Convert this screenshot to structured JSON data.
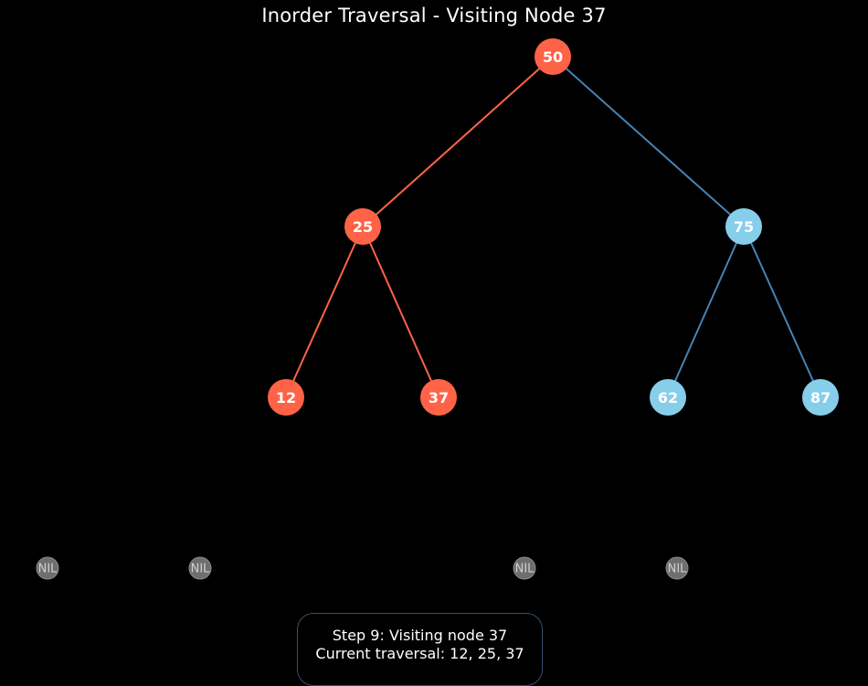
{
  "title": "Inorder Traversal - Visiting Node 37",
  "colors": {
    "background": "#000000",
    "visited_node": "#ff6347",
    "unvisited_node": "#87ceeb",
    "visited_edge": "#ff6347",
    "unvisited_edge": "#4682b4",
    "nil_node": "#6e6e6e",
    "text": "#ffffff"
  },
  "tree": {
    "nodes": [
      {
        "id": "n50",
        "label": "50",
        "visited": true
      },
      {
        "id": "n25",
        "label": "25",
        "visited": true
      },
      {
        "id": "n75",
        "label": "75",
        "visited": false
      },
      {
        "id": "n12",
        "label": "12",
        "visited": true
      },
      {
        "id": "n37",
        "label": "37",
        "visited": true
      },
      {
        "id": "n62",
        "label": "62",
        "visited": false
      },
      {
        "id": "n87",
        "label": "87",
        "visited": false
      }
    ],
    "edges": [
      {
        "from": "n50",
        "to": "n25",
        "visited": true
      },
      {
        "from": "n50",
        "to": "n75",
        "visited": false
      },
      {
        "from": "n25",
        "to": "n12",
        "visited": true
      },
      {
        "from": "n25",
        "to": "n37",
        "visited": true
      },
      {
        "from": "n75",
        "to": "n62",
        "visited": false
      },
      {
        "from": "n75",
        "to": "n87",
        "visited": false
      }
    ],
    "nil_nodes": [
      {
        "id": "nil-1",
        "label": "NIL"
      },
      {
        "id": "nil-2",
        "label": "NIL"
      },
      {
        "id": "nil-3",
        "label": "NIL"
      },
      {
        "id": "nil-4",
        "label": "NIL"
      }
    ]
  },
  "status": {
    "step_text": "Step 9: Visiting node 37",
    "traversal_text": "Current traversal: 12, 25, 37"
  }
}
